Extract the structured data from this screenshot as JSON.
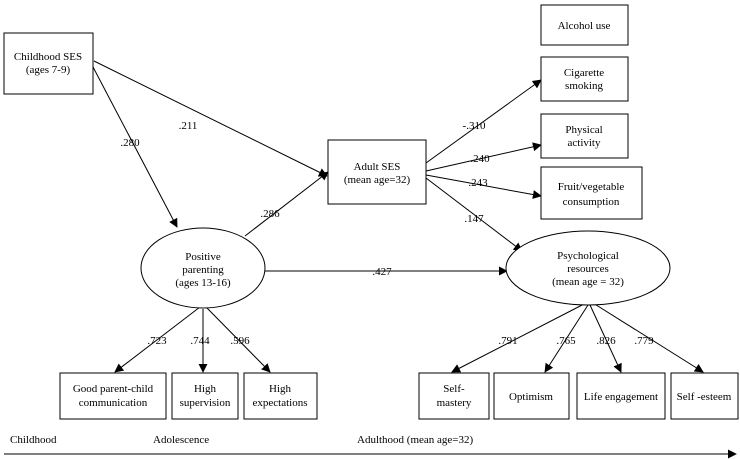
{
  "nodes": {
    "childhood_ses": [
      "Childhood SES",
      "(ages 7-9)"
    ],
    "adult_ses": [
      "Adult SES",
      "(mean age=32)"
    ],
    "positive_parenting": [
      "Positive",
      "parenting",
      "(ages 13-16)"
    ],
    "psychological_resources": [
      "Psychological",
      "resources",
      "(mean age = 32)"
    ],
    "alcohol_use": [
      "Alcohol use"
    ],
    "cigarette_smoking": [
      "Cigarette",
      "smoking"
    ],
    "physical_activity": [
      "Physical",
      "activity"
    ],
    "fruit_vegetable": [
      "Fruit/vegetable",
      "consumption"
    ],
    "good_communication": [
      "Good parent-child",
      "communication"
    ],
    "high_supervision": [
      "High",
      "supervision"
    ],
    "high_expectations": [
      "High",
      "expectations"
    ],
    "self_mastery": [
      "Self-",
      "mastery"
    ],
    "optimism": [
      "Optimism"
    ],
    "life_engagement": [
      "Life engagement"
    ],
    "self_esteem": [
      "Self -esteem"
    ]
  },
  "coefficients": {
    "childhood_to_adult": ".211",
    "childhood_to_parenting": ".280",
    "parenting_to_adult": ".286",
    "parenting_to_psych": ".427",
    "adult_to_smoking": "-.310",
    "adult_to_activity": ".240",
    "adult_to_fruit": ".243",
    "adult_to_psych": ".147",
    "parenting_to_communication": ".723",
    "parenting_to_supervision": ".744",
    "parenting_to_expectations": ".596",
    "psych_to_mastery": ".791",
    "psych_to_optimism": ".765",
    "psych_to_engagement": ".826",
    "psych_to_esteem": ".779"
  },
  "timeline": {
    "childhood": "Childhood",
    "adolescence": "Adolescence",
    "adulthood": "Adulthood (mean age=32)"
  }
}
